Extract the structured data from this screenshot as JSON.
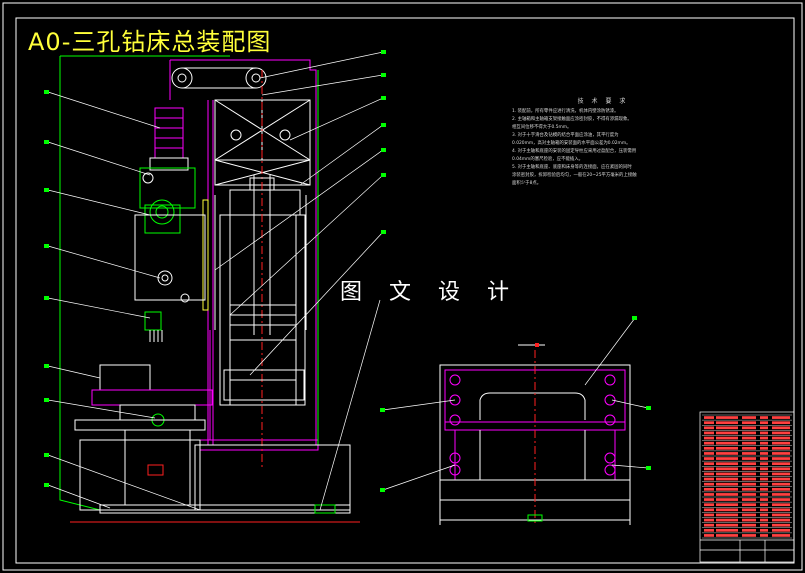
{
  "drawing": {
    "title": "A0-三孔钻床总装配图",
    "watermark": "图 文 设 计"
  },
  "tech_notes": {
    "heading": "技 术 要 求",
    "lines": [
      "1. 装配前，所有零件应进行清洗，机体内壁涂防锈漆。",
      "2. 主轴箱和主轴箱支架接触面应涂密封胶，不得有渗漏现象。",
      "   相互间位移不得大于0.5mm。",
      "3. 对于十字滑台及钻模的结合平面应涂油，其平行度为",
      "   0.020mm，高对主轴箱的安装面的水平面公差为0.02mm。",
      "4. 对于主轴和底座的安装的固定导柱应采用过盈配合，压装需用",
      "   0.04mm的塞尺检验，应不能插入。",
      "5. 对于主轴和底座、底座和床身等的连接面，应在紧固的同时",
      "   涂装密封胶，拆卸检验后均匀，一般在20~25平方毫米的上接触",
      "   面积少于8点。"
    ]
  },
  "colors": {
    "background": "#000000",
    "frame": "#ffffff",
    "outline": "#ff00ff",
    "green": "#00ff00",
    "red": "#ff2020",
    "white": "#ffffff",
    "cyan": "#40ffff",
    "yellow": "#ffff3a"
  }
}
